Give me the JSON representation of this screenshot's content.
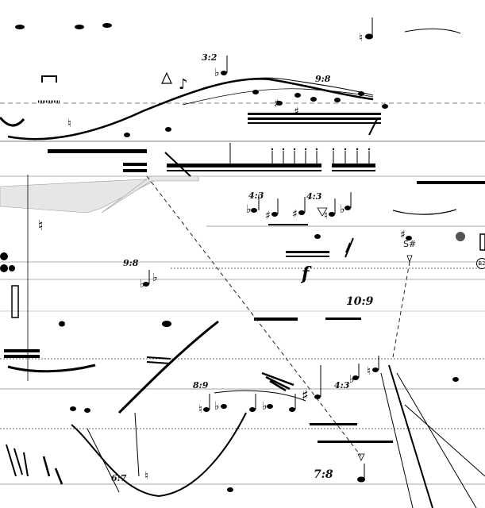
{
  "score": {
    "tuplets": [
      "3:2",
      "9:8",
      "4:3",
      "4:3",
      "9:8",
      "10:9",
      "8:9",
      "4:3",
      "6:7",
      "7:8"
    ],
    "dynamic": "f",
    "note_label": "S#",
    "badge": "B2"
  }
}
